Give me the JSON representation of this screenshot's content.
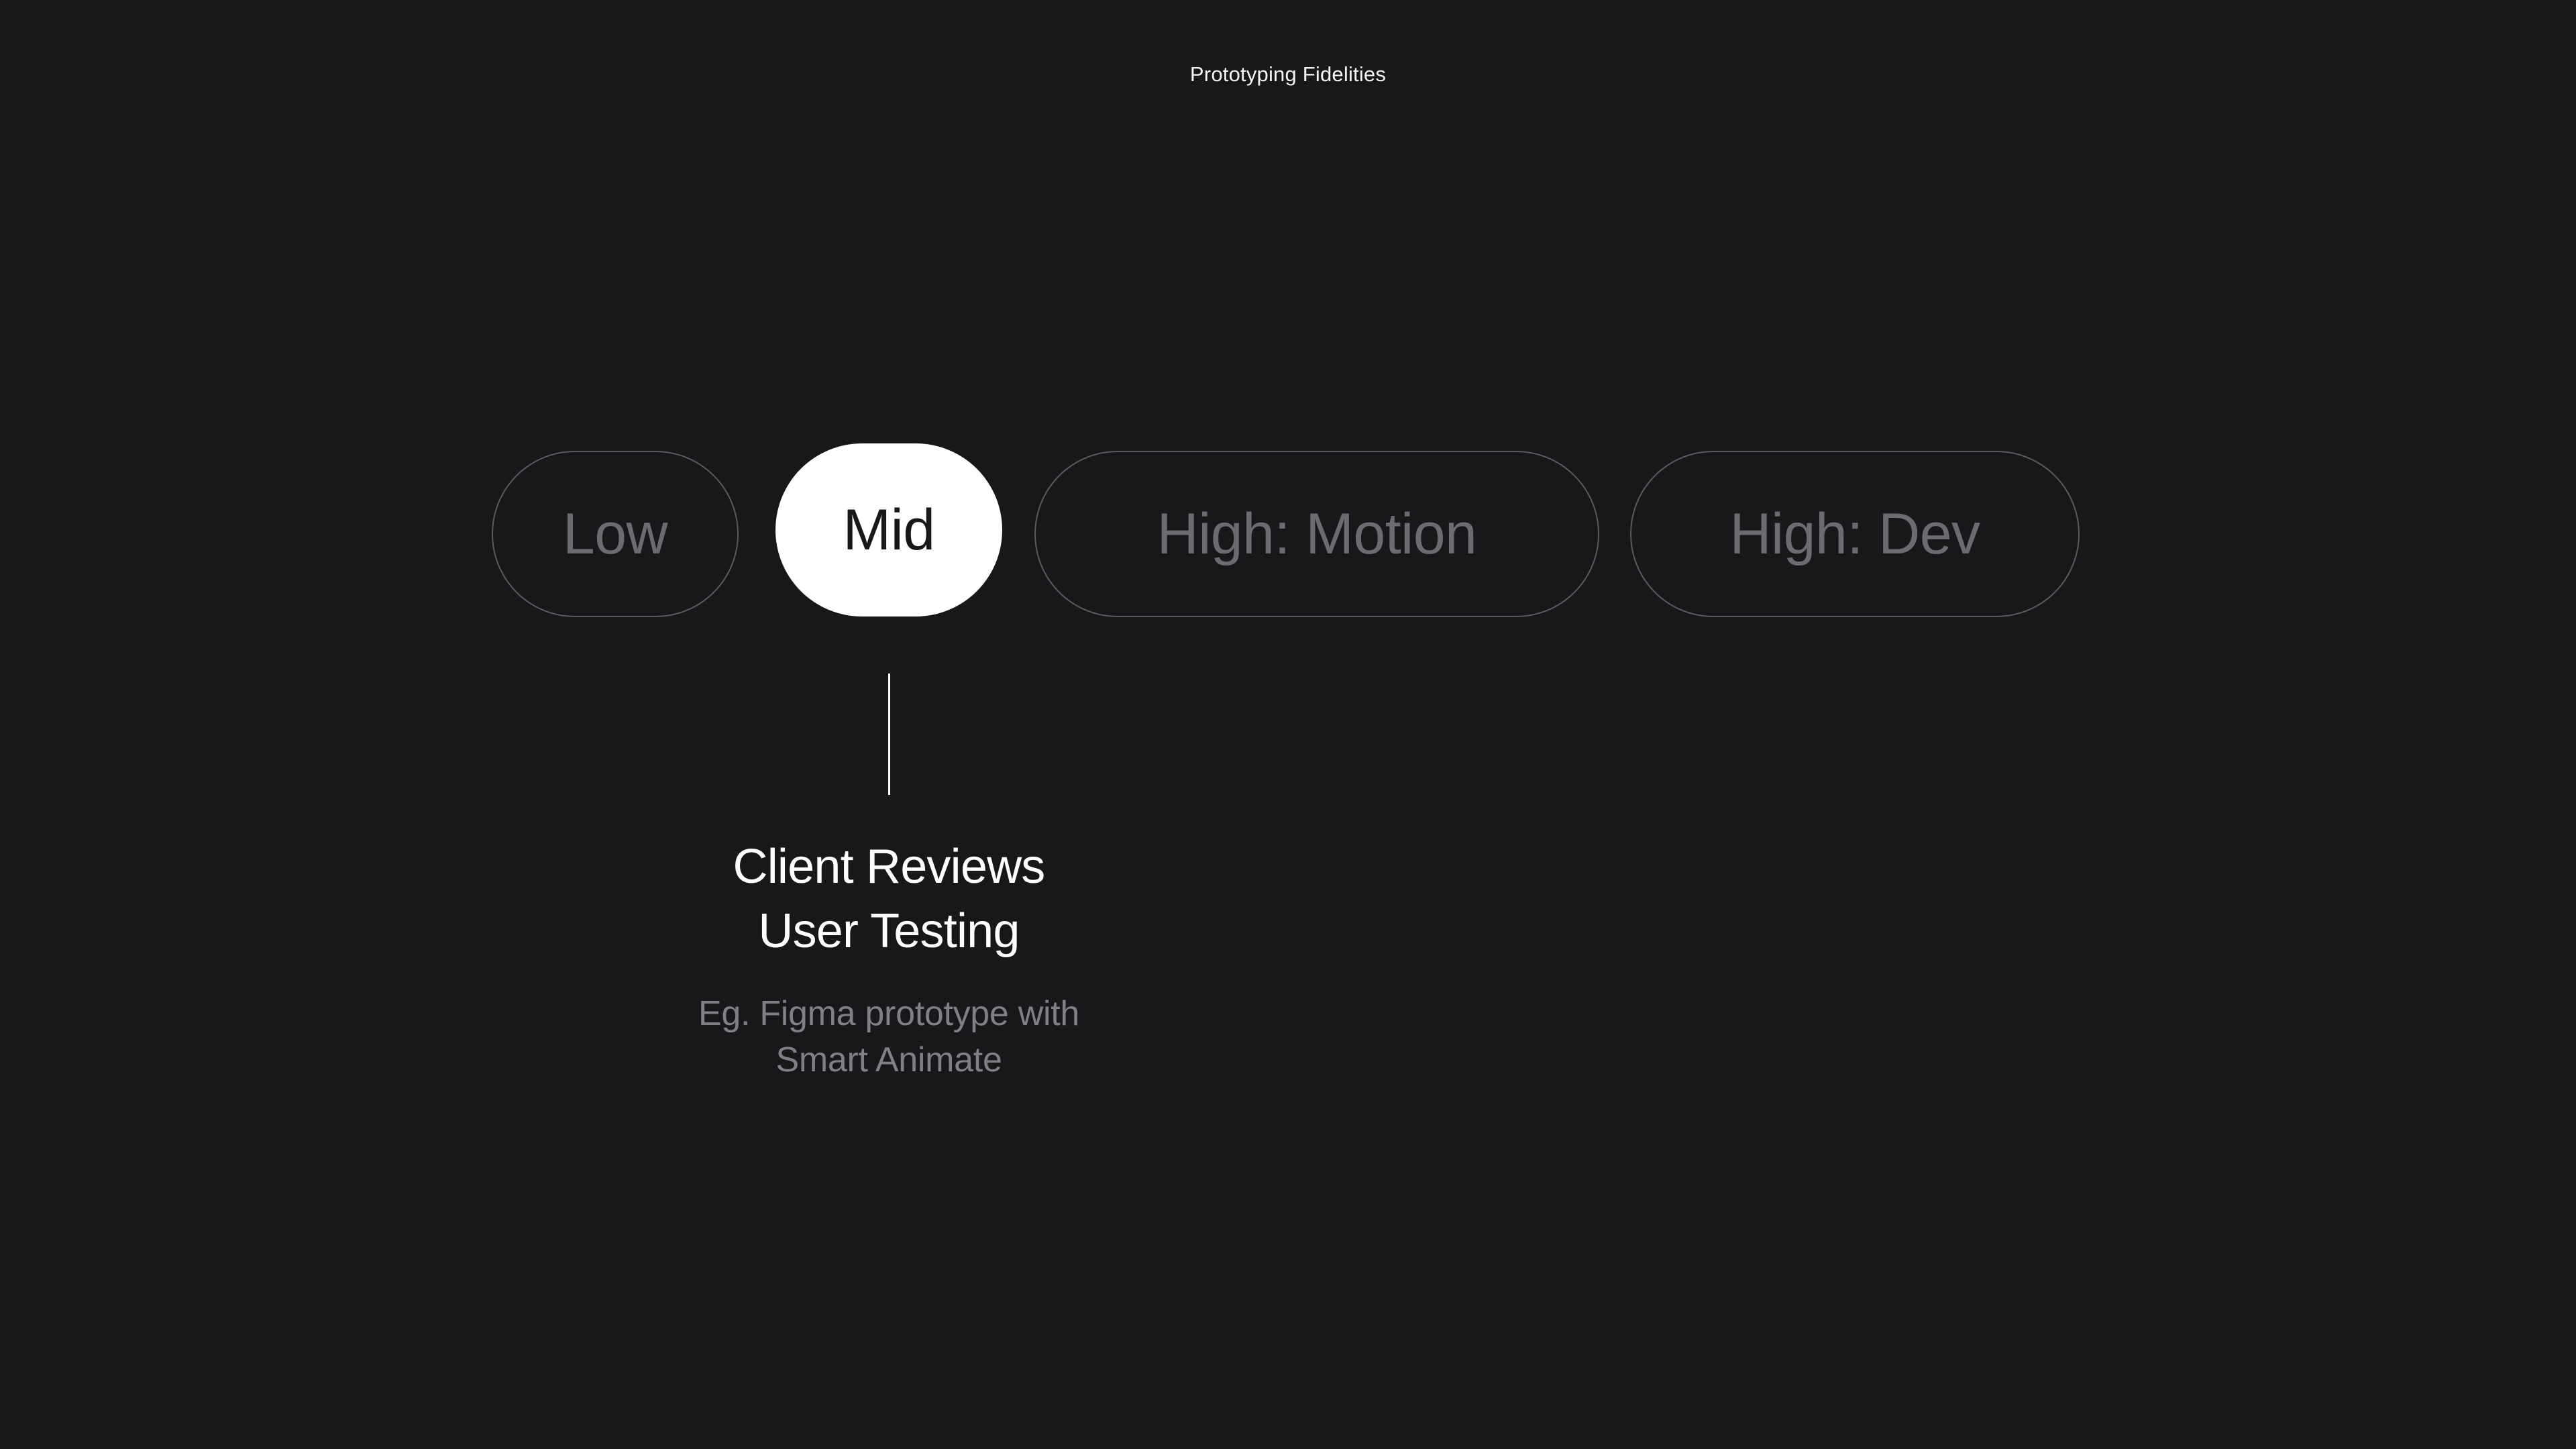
{
  "page": {
    "title": "Prototyping Fidelities",
    "background_color": "#18181b"
  },
  "fidelity_selector": {
    "selected_index": 1,
    "active_fill_color": "#ffffff",
    "active_text_color": "#18181b",
    "inactive_text_color": "#6b6b70",
    "inactive_border_color": "#5b5b5f",
    "options": [
      {
        "label": "Low",
        "state": "inactive"
      },
      {
        "label": "Mid",
        "state": "active"
      },
      {
        "label": "High: Motion",
        "state": "inactive"
      },
      {
        "label": "High: Dev",
        "state": "inactive"
      }
    ]
  },
  "connector": {
    "color": "#ffffff"
  },
  "detail": {
    "heading_line_1": "Client Reviews",
    "heading_line_2": "User Testing",
    "heading_color": "#ffffff",
    "caption_line_1": "Eg. Figma prototype with",
    "caption_line_2": "Smart Animate",
    "caption_color": "#808086"
  }
}
